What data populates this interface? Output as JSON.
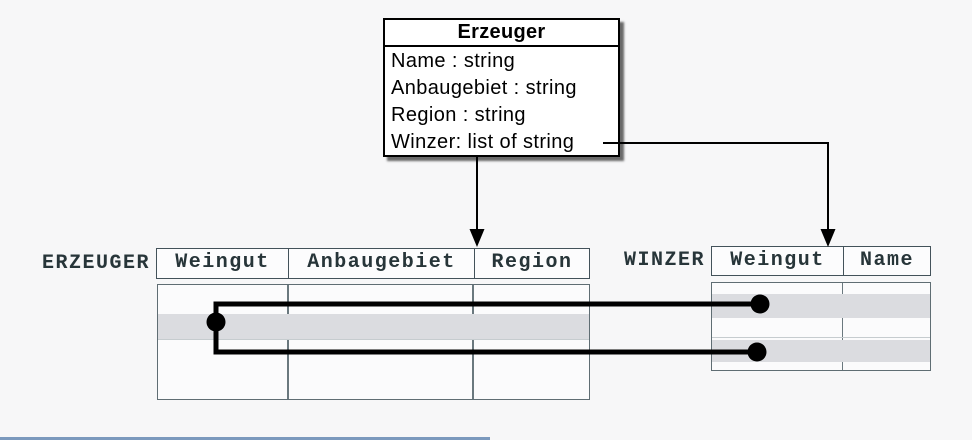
{
  "class_box": {
    "title": "Erzeuger",
    "attributes": [
      "Name : string",
      "Anbaugebiet : string",
      "Region : string",
      "Winzer: list of string"
    ]
  },
  "tables": {
    "erzeuger": {
      "label": "ERZEUGER",
      "columns": [
        "Weingut",
        "Anbaugebiet",
        "Region"
      ]
    },
    "winzer": {
      "label": "WINZER",
      "columns": [
        "Weingut",
        "Name"
      ]
    }
  },
  "relations": {
    "mapping_arrows": 2,
    "row_links": 2
  },
  "colors": {
    "background": "#f7f7f8",
    "table_fill": "#fbfbfc",
    "row_shade": "#dbdce0",
    "header_border": "#43525a",
    "body_border": "#5f6d73",
    "label_text": "#273539",
    "connector": "#000000",
    "accent_line": "#7b99bd"
  }
}
